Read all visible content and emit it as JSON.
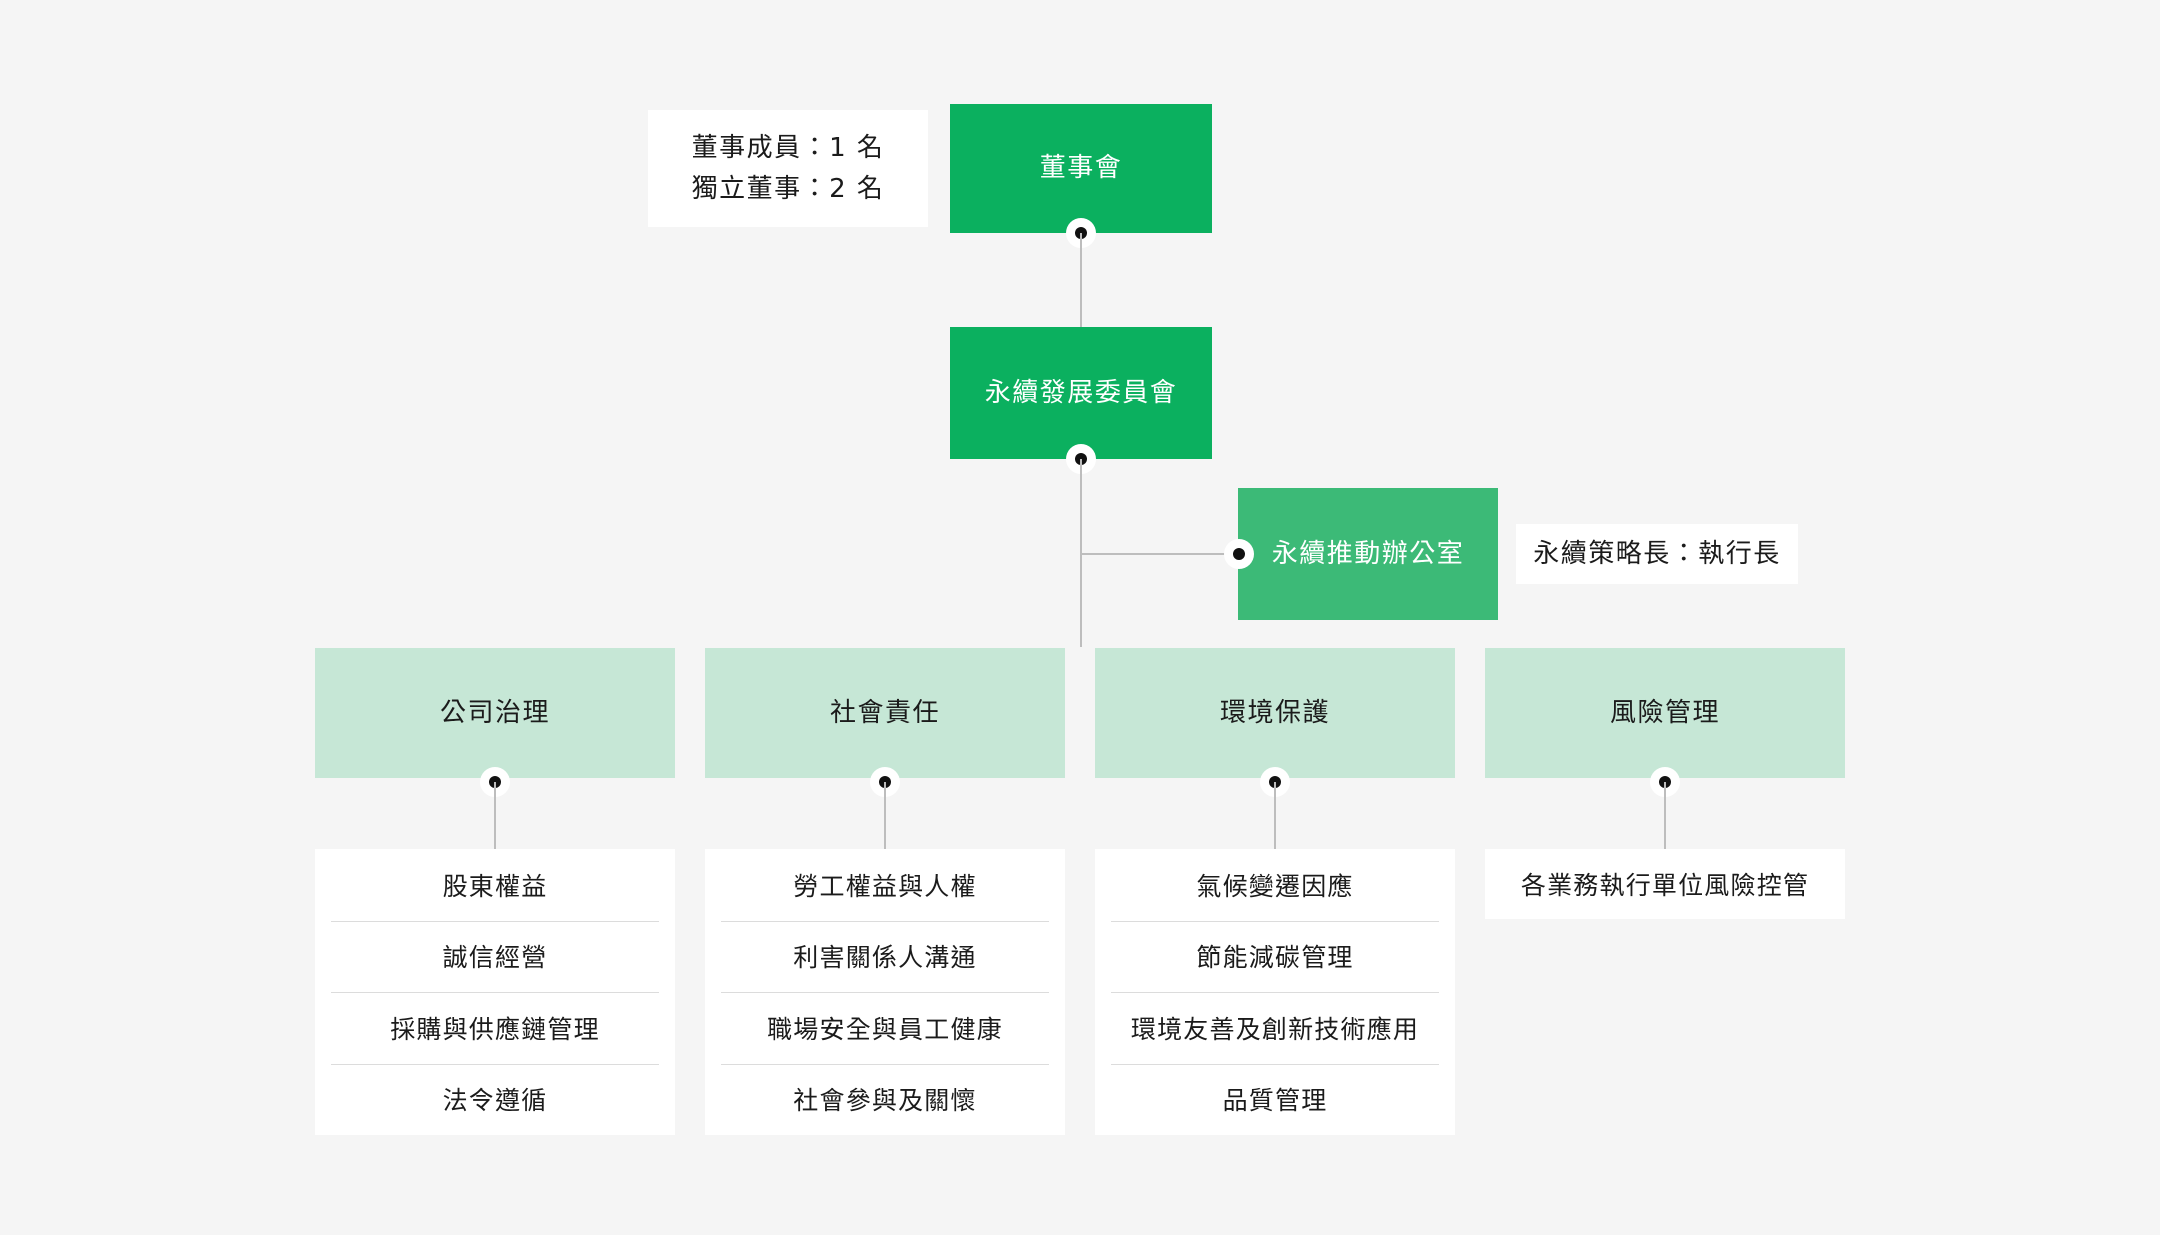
{
  "theme": {
    "background": "#f5f5f5",
    "green_dark": "#0bb05f",
    "green_mid": "#3cba77",
    "green_light": "#c6e7d6",
    "card_white": "#ffffff",
    "line": "#bdbdbd",
    "divider": "#dcdcdc",
    "text_dark": "#1b1b1b",
    "text_light": "#ffffff"
  },
  "board_info": {
    "line1": "董事成員：1 名",
    "line2": "獨立董事：2 名"
  },
  "board": {
    "label": "董事會"
  },
  "committee": {
    "label": "永續發展委員會"
  },
  "office": {
    "label": "永續推動辦公室"
  },
  "strategy_note": {
    "label": "永續策略長：執行長"
  },
  "pillars": [
    {
      "label": "公司治理",
      "items": [
        "股東權益",
        "誠信經營",
        "採購與供應鏈管理",
        "法令遵循"
      ]
    },
    {
      "label": "社會責任",
      "items": [
        "勞工權益與人權",
        "利害關係人溝通",
        "職場安全與員工健康",
        "社會參與及關懷"
      ]
    },
    {
      "label": "環境保護",
      "items": [
        "氣候變遷因應",
        "節能減碳管理",
        "環境友善及創新技術應用",
        "品質管理"
      ]
    },
    {
      "label": "風險管理",
      "items": [
        "各業務執行單位風險控管"
      ]
    }
  ]
}
